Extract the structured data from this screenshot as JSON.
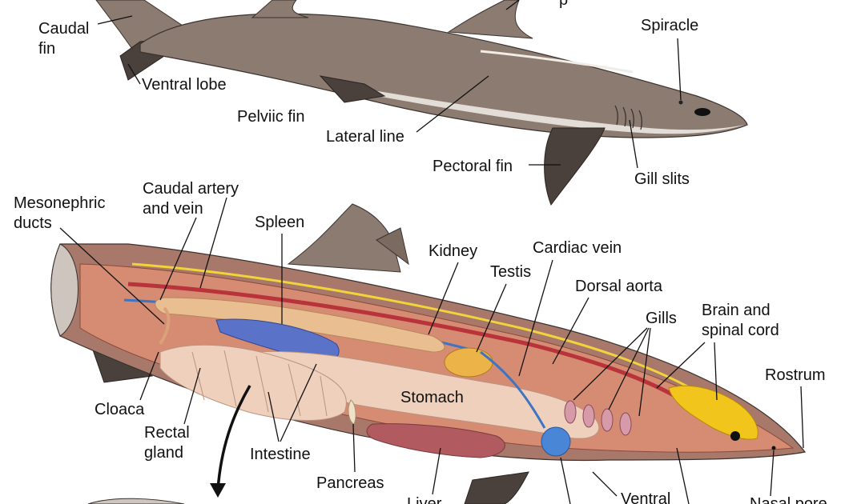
{
  "labels": {
    "caudal_fin": [
      "Caudal",
      "fin"
    ],
    "ventral_lobe": "Ventral lobe",
    "pelvic_fin": "Pelviic fin",
    "lateral_line": "Lateral line",
    "pectoral_fin": "Pectoral fin",
    "spiracle": "Spiracle",
    "gill_slits": "Gill slits",
    "dorsal_partial": "p",
    "mesonephric_ducts": [
      "Mesonephric",
      "ducts"
    ],
    "caudal_artery_vein": [
      "Caudal artery",
      "and vein"
    ],
    "spleen": "Spleen",
    "kidney": "Kidney",
    "testis": "Testis",
    "cardiac_vein": "Cardiac vein",
    "dorsal_aorta": "Dorsal aorta",
    "gills": "Gills",
    "brain_spinal_cord": [
      "Brain and",
      "spinal cord"
    ],
    "rostrum": "Rostrum",
    "stomach": "Stomach",
    "cloaca": "Cloaca",
    "rectal_gland": [
      "Rectal",
      "gland"
    ],
    "intestine": "Intestine",
    "pancreas": "Pancreas",
    "liver": "Liver",
    "ventral": "Ventral",
    "nasal_pore": "Nasal pore"
  },
  "colors": {
    "shark_body": "#8c7b70",
    "shark_belly": "#e3ddd8",
    "fin_dark": "#4a413c",
    "body_cavity": "#d58c72",
    "muscle_band": "#a8786a",
    "artery": "#b8333a",
    "vein": "#3e74c2",
    "nerve_cord": "#f0d43a",
    "spleen": "#5a72c8",
    "kidney": "#e9bf92",
    "testis": "#ecb448",
    "intestine": "#efd0bc",
    "liver": "#b15a60",
    "brain": "#f2c51c",
    "heart": "#4a86d6",
    "gills": "#d79aa9"
  }
}
